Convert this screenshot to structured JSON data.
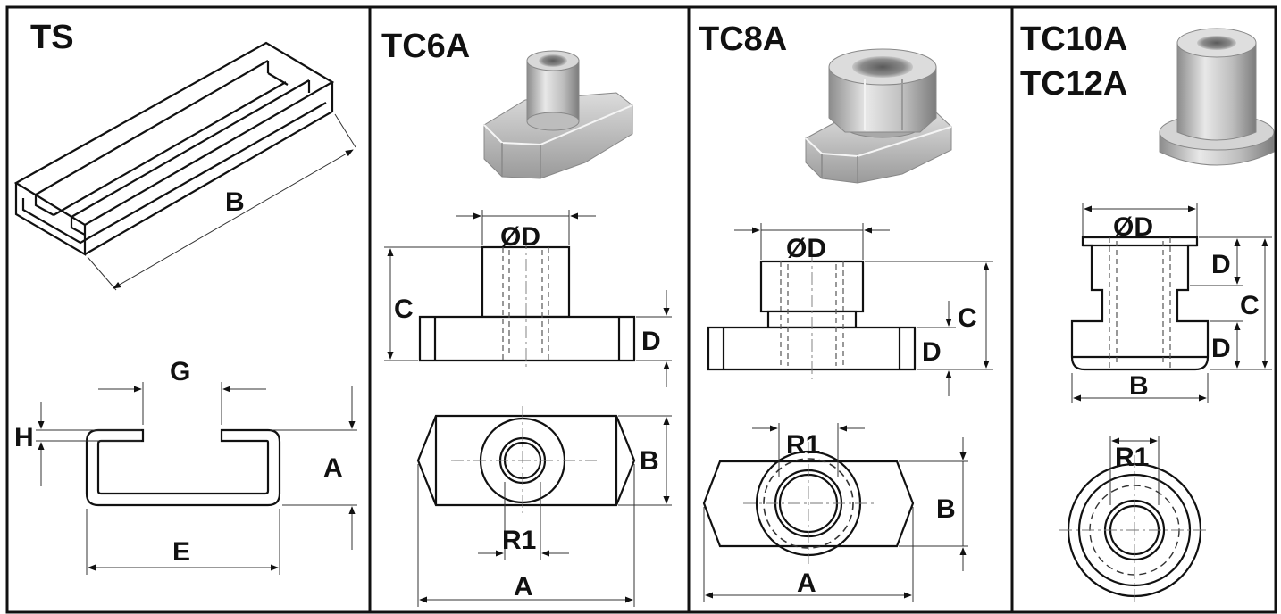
{
  "panels": {
    "ts": {
      "title": "TS",
      "labels": {
        "B": "B",
        "G": "G",
        "H": "H",
        "A": "A",
        "E": "E"
      }
    },
    "tc6a": {
      "title": "TC6A",
      "labels": {
        "D_dia": "ØD",
        "C": "C",
        "D": "D",
        "B": "B",
        "R1": "R1",
        "A": "A"
      }
    },
    "tc8a": {
      "title": "TC8A",
      "labels": {
        "D_dia": "ØD",
        "C": "C",
        "D": "D",
        "R1": "R1",
        "B": "B",
        "A": "A"
      }
    },
    "tc10a": {
      "title_line1": "TC10A",
      "title_line2": "TC12A",
      "labels": {
        "D_dia": "ØD",
        "D_top": "D",
        "C": "C",
        "D_bottom": "D",
        "B": "B",
        "R1": "R1"
      }
    }
  },
  "colors": {
    "ink": "#111111",
    "metal_light": "#e4e4e4",
    "metal_dark": "#8c8c8c"
  }
}
